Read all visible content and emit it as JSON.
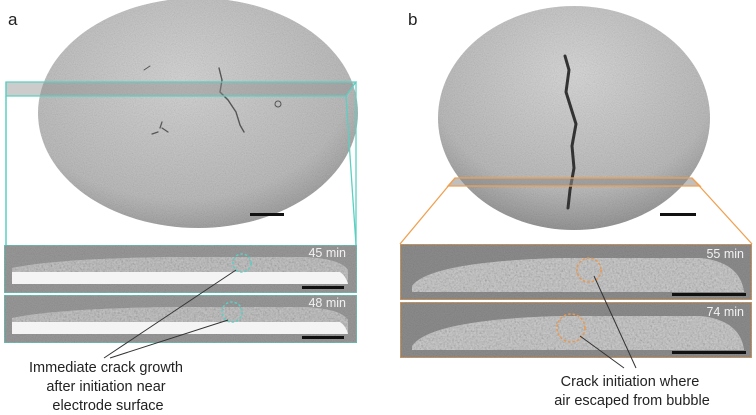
{
  "panel_a": {
    "label": "a",
    "slices": [
      {
        "time": "45 min"
      },
      {
        "time": "48 min"
      }
    ],
    "annotation": [
      "Immediate crack growth",
      "after initiation near",
      "electrode surface"
    ],
    "outline_color": "#5ccfc2",
    "ring_color": "#5ccfc2"
  },
  "panel_b": {
    "label": "b",
    "slices": [
      {
        "time": "55 min"
      },
      {
        "time": "74 min"
      }
    ],
    "annotation": [
      "Crack initiation where",
      "air escaped from bubble"
    ],
    "outline_color": "#f0a050",
    "ring_color": "#e89850"
  }
}
